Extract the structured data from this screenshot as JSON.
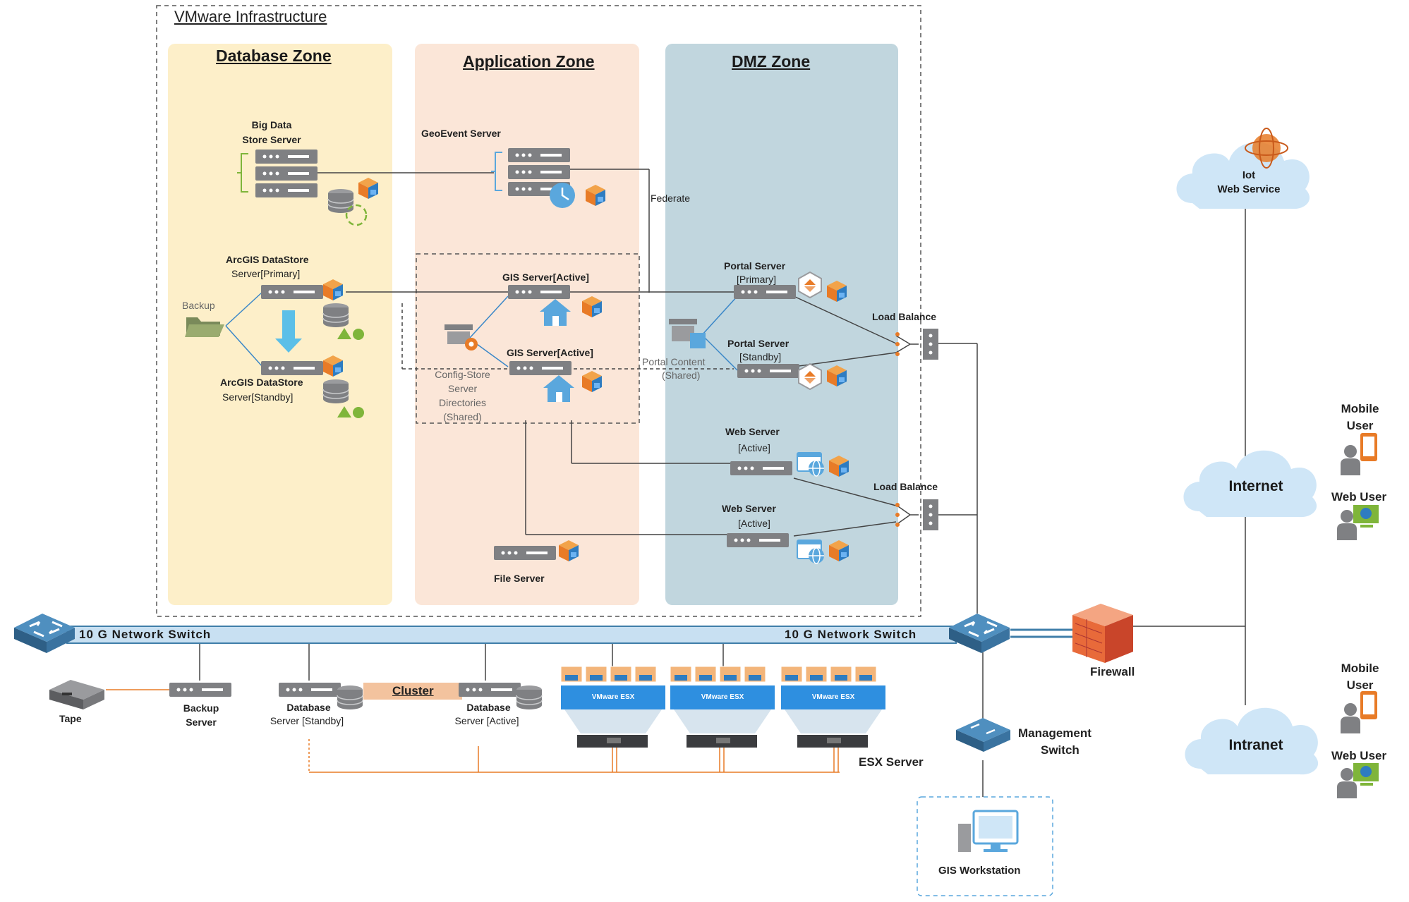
{
  "infrastructure_title": "VMware Infrastructure",
  "zones": {
    "database": "Database Zone",
    "application": "Application Zone",
    "dmz": "DMZ Zone"
  },
  "servers": {
    "bigdata_line1": "Big Data",
    "bigdata_line2": "Store Server",
    "geoevent": "GeoEvent Server",
    "datastore_primary_line1": "ArcGIS DataStore",
    "datastore_primary_line2": "Server[Primary]",
    "datastore_standby_line1": "ArcGIS DataStore",
    "datastore_standby_line2": "Server[Standby]",
    "backup_folder": "Backup",
    "gis_server_1": "GIS Server[Active]",
    "gis_server_2": "GIS Server[Active]",
    "config_store_lines": [
      "Config-Store",
      "Server",
      "Directories",
      "(Shared)"
    ],
    "file_server": "File Server",
    "portal_primary_line1": "Portal Server",
    "portal_primary_line2": "[Primary]",
    "portal_standby_line1": "Portal Server",
    "portal_standby_line2": "[Standby]",
    "portal_content_line1": "Portal Content",
    "portal_content_line2": "(Shared)",
    "federate": "Federate",
    "web_server_1_line1": "Web Server",
    "web_server_1_line2": "[Active]",
    "web_server_2_line1": "Web Server",
    "web_server_2_line2": "[Active]",
    "load_balance_1": "Load Balance",
    "load_balance_2": "Load Balance"
  },
  "network": {
    "switch_left": "10 G Network Switch",
    "switch_right": "10 G Network Switch",
    "tape": "Tape",
    "backup_server_line1": "Backup",
    "backup_server_line2": "Server",
    "db_standby_line1": "Database",
    "db_standby_line2": "Server [Standby]",
    "db_active_line1": "Database",
    "db_active_line2": "Server [Active]",
    "cluster": "Cluster",
    "vmware_esx": "VMware ESX",
    "esx_server": "ESX Server",
    "firewall": "Firewall",
    "management_switch_line1": "Management",
    "management_switch_line2": "Switch",
    "gis_workstation": "GIS Workstation"
  },
  "external": {
    "iot_line1": "Iot",
    "iot_line2": "Web Service",
    "internet": "Internet",
    "intranet": "Intranet",
    "mobile_user_line1": "Mobile",
    "mobile_user_line2": "User",
    "web_user": "Web User"
  },
  "colors": {
    "database_zone": "#fdefc9",
    "application_zone": "#fbe6d8",
    "dmz_zone": "#c1d6de",
    "server_gray": "#7f8083",
    "accent_orange": "#e87b27",
    "cloud_blue": "#cfe6f7",
    "switch_blue": "#3f7ea9",
    "green": "#7fb53a",
    "link_blue": "#5aa7dd"
  }
}
